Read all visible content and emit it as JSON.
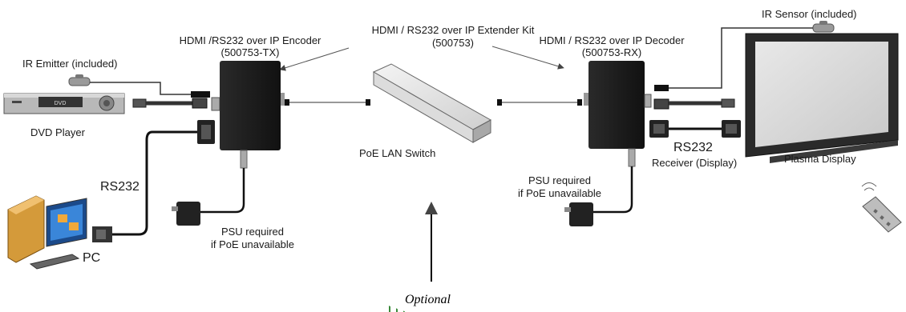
{
  "labels": {
    "kit_title": "HDMI / RS232 over IP Extender Kit",
    "kit_code": "(500753)",
    "encoder_title": "HDMI /RS232 over IP Encoder",
    "encoder_code": "(500753-TX)",
    "decoder_title": "HDMI / RS232 over IP Decoder",
    "decoder_code": "(500753-RX)",
    "ir_emitter": "IR Emitter (included)",
    "ir_sensor": "IR Sensor (included)",
    "dvd_player": "DVD Player",
    "dvd_screen": "DVD",
    "poe_switch": "PoE LAN Switch",
    "rs232_left": "RS232",
    "pc": "PC",
    "psu_left_1": "PSU required",
    "psu_left_2": "if PoE unavailable",
    "psu_right_1": "PSU required",
    "psu_right_2": "if PoE unavailable",
    "rs232_right": "RS232",
    "receiver_display": "Receiver (Display)",
    "plasma_display": "Plasma Display",
    "optional": "Optional"
  }
}
